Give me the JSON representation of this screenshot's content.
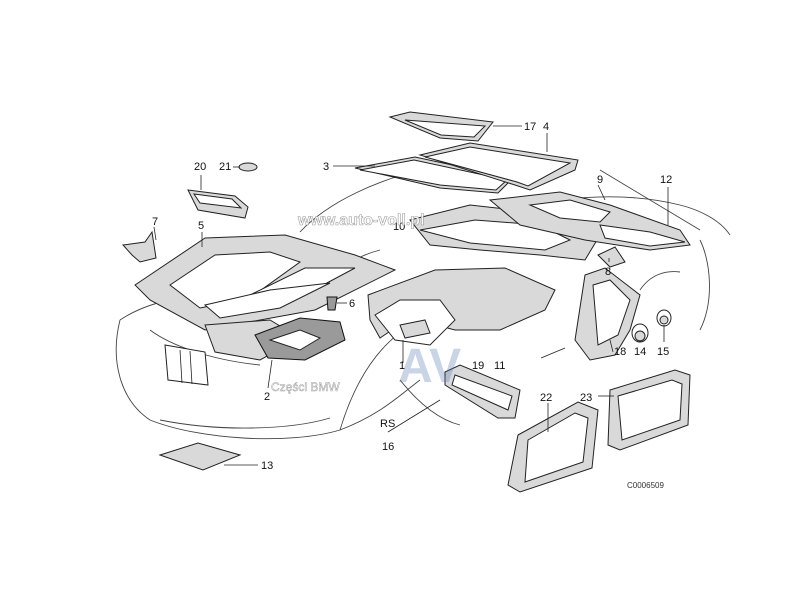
{
  "diagram": {
    "callouts": {
      "c1": "1",
      "c2": "2",
      "c3": "3",
      "c4": "4",
      "c5": "5",
      "c6": "6",
      "c7": "7",
      "c8": "8",
      "c9": "9",
      "c10": "10",
      "c11": "11",
      "c12": "12",
      "c13": "13",
      "c14": "14",
      "c15": "15",
      "c16": "16",
      "c17": "17",
      "c18": "18",
      "c19": "19",
      "c20": "20",
      "c21": "21",
      "c22": "22",
      "c23": "23",
      "rs": "RS"
    },
    "drawing_code": "C0006509"
  },
  "watermarks": {
    "site": "www.auto-voll.pl",
    "parts": "Części BMW",
    "logo_letters": "AV"
  }
}
